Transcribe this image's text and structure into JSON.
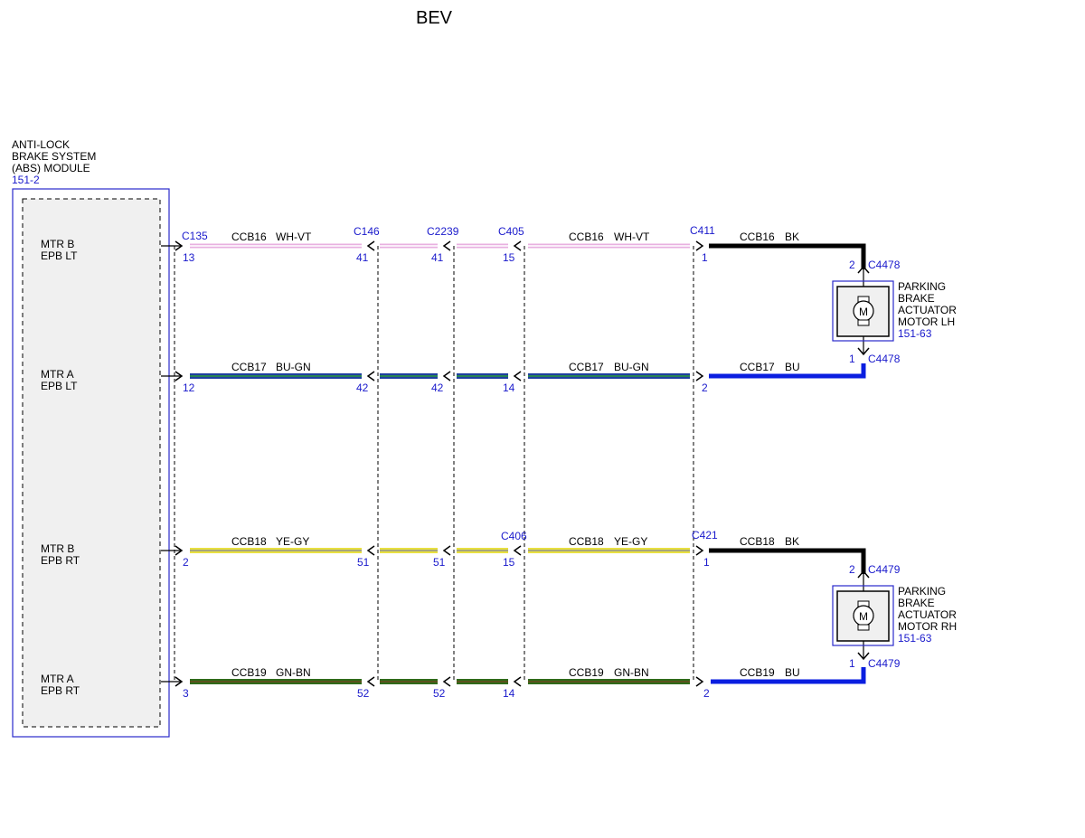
{
  "title": "BEV",
  "module": {
    "name_lines": [
      "ANTI-LOCK",
      "BRAKE SYSTEM",
      "(ABS) MODULE"
    ],
    "ref": "151-2",
    "pins": [
      {
        "lines": [
          "MTR B",
          "EPB LT"
        ]
      },
      {
        "lines": [
          "MTR A",
          "EPB LT"
        ]
      },
      {
        "lines": [
          "MTR B",
          "EPB RT"
        ]
      },
      {
        "lines": [
          "MTR A",
          "EPB RT"
        ]
      }
    ]
  },
  "circuits": [
    {
      "pin": "13",
      "color_hex": "#e8b0e0",
      "stripe_hex": "#ffffff",
      "seg1": {
        "circuit": "CCB16",
        "color": "WH-VT"
      },
      "seg2": {
        "circuit": "CCB16",
        "color": "WH-VT"
      },
      "seg3": {
        "circuit": "CCB16",
        "color": "BK",
        "hex": "#000000"
      },
      "connectors": [
        {
          "name": "C135",
          "pin": "13"
        },
        {
          "name": "C146",
          "pin": "41"
        },
        {
          "name": "C2239",
          "pin": "41"
        },
        {
          "name": "C405",
          "pin": "15"
        },
        {
          "name": "C411",
          "pin": "1"
        }
      ],
      "motor_connector": {
        "name": "C4478",
        "pin": "2"
      }
    },
    {
      "pin": "12",
      "color_hex": "#1e3fa0",
      "stripe_hex": "#2a9a3a",
      "seg1": {
        "circuit": "CCB17",
        "color": "BU-GN"
      },
      "seg2": {
        "circuit": "CCB17",
        "color": "BU-GN"
      },
      "seg3": {
        "circuit": "CCB17",
        "color": "BU",
        "hex": "#0a1ee0"
      },
      "connectors": [
        {
          "name": "",
          "pin": "12"
        },
        {
          "name": "",
          "pin": "42"
        },
        {
          "name": "",
          "pin": "42"
        },
        {
          "name": "",
          "pin": "14"
        },
        {
          "name": "",
          "pin": "2"
        }
      ],
      "motor_connector": {
        "name": "C4478",
        "pin": "1"
      }
    },
    {
      "pin": "2",
      "color_hex": "#e8e040",
      "stripe_hex": "#909090",
      "seg1": {
        "circuit": "CCB18",
        "color": "YE-GY"
      },
      "seg2": {
        "circuit": "CCB18",
        "color": "YE-GY"
      },
      "seg3": {
        "circuit": "CCB18",
        "color": "BK",
        "hex": "#000000"
      },
      "connectors": [
        {
          "name": "",
          "pin": "2"
        },
        {
          "name": "",
          "pin": "51"
        },
        {
          "name": "",
          "pin": "51"
        },
        {
          "name": "C406",
          "pin": "15"
        },
        {
          "name": "C421",
          "pin": "1"
        }
      ],
      "motor_connector": {
        "name": "C4479",
        "pin": "2"
      }
    },
    {
      "pin": "3",
      "color_hex": "#2f6a1a",
      "stripe_hex": "#6b4a20",
      "seg1": {
        "circuit": "CCB19",
        "color": "GN-BN"
      },
      "seg2": {
        "circuit": "CCB19",
        "color": "GN-BN"
      },
      "seg3": {
        "circuit": "CCB19",
        "color": "BU",
        "hex": "#0a1ee0"
      },
      "connectors": [
        {
          "name": "",
          "pin": "3"
        },
        {
          "name": "",
          "pin": "52"
        },
        {
          "name": "",
          "pin": "52"
        },
        {
          "name": "",
          "pin": "14"
        },
        {
          "name": "",
          "pin": "2"
        }
      ],
      "motor_connector": {
        "name": "C4479",
        "pin": "1"
      }
    }
  ],
  "motors": [
    {
      "symbol": "M",
      "name_lines": [
        "PARKING",
        "BRAKE",
        "ACTUATOR",
        "MOTOR LH"
      ],
      "ref": "151-63"
    },
    {
      "symbol": "M",
      "name_lines": [
        "PARKING",
        "BRAKE",
        "ACTUATOR",
        "MOTOR RH"
      ],
      "ref": "151-63"
    }
  ]
}
